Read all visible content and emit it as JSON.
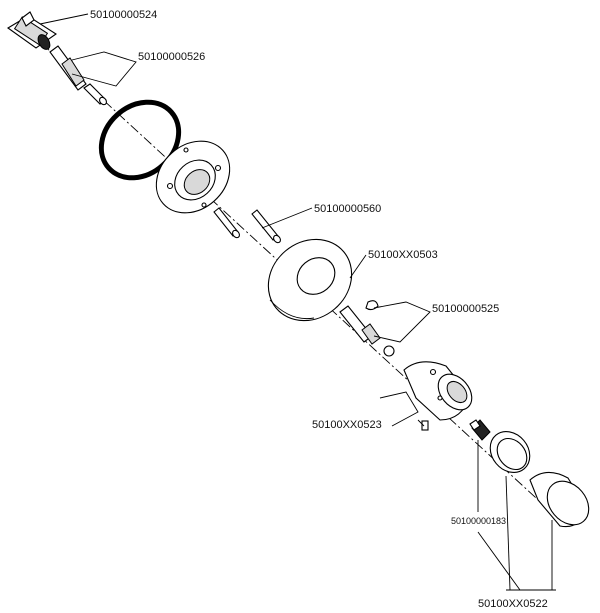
{
  "parts": {
    "p524": "50100000524",
    "p526": "50100000526",
    "p560": "50100000560",
    "p503": "50100XX0503",
    "p525": "50100000525",
    "p523": "50100XX0523",
    "p183": "50100000183",
    "p522": "50100XX0522"
  },
  "colors": {
    "line": "#000000",
    "shade": "#d9d9d9",
    "background": "#ffffff"
  }
}
